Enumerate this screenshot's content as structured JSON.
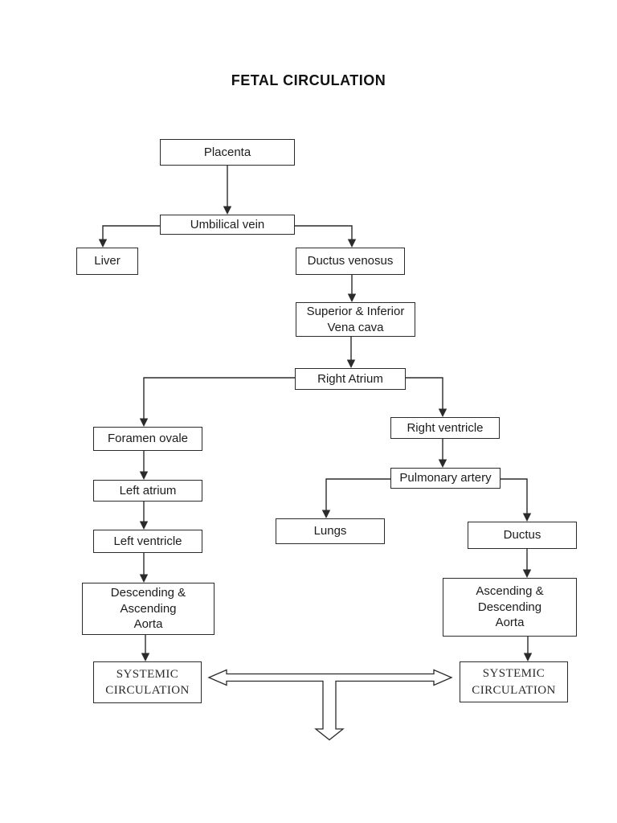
{
  "page": {
    "title": "FETAL CIRCULATION",
    "background_color": "#ffffff",
    "line_color": "#2b2b2b",
    "text_color": "#1c1c1c"
  },
  "nodes": {
    "placenta": {
      "label": "Placenta"
    },
    "umbilical_vein": {
      "label": "Umbilical vein"
    },
    "liver": {
      "label": "Liver"
    },
    "ductus_venosus": {
      "label": "Ductus venosus"
    },
    "vena_cava": {
      "label": "Superior & Inferior\nVena cava"
    },
    "right_atrium": {
      "label": "Right Atrium"
    },
    "foramen_ovale": {
      "label": "Foramen ovale"
    },
    "left_atrium": {
      "label": "Left atrium"
    },
    "left_ventricle": {
      "label": "Left ventricle"
    },
    "right_ventricle": {
      "label": "Right ventricle"
    },
    "pulmonary_artery": {
      "label": "Pulmonary artery"
    },
    "lungs": {
      "label": "Lungs"
    },
    "ductus": {
      "label": "Ductus"
    },
    "aorta_left": {
      "label": "Descending &\nAscending\nAorta"
    },
    "aorta_right": {
      "label": "Ascending &\nDescending\nAorta"
    },
    "systemic_left": {
      "label": "SYSTEMIC\nCIRCULATION"
    },
    "systemic_right": {
      "label": "SYSTEMIC\nCIRCULATION"
    }
  },
  "edges": [
    {
      "from": "Placenta",
      "to": "Umbilical vein"
    },
    {
      "from": "Umbilical vein",
      "to": "Liver"
    },
    {
      "from": "Umbilical vein",
      "to": "Ductus venosus"
    },
    {
      "from": "Ductus venosus",
      "to": "Superior & Inferior Vena cava"
    },
    {
      "from": "Superior & Inferior Vena cava",
      "to": "Right Atrium"
    },
    {
      "from": "Right Atrium",
      "to": "Foramen ovale"
    },
    {
      "from": "Right Atrium",
      "to": "Right ventricle"
    },
    {
      "from": "Foramen ovale",
      "to": "Left atrium"
    },
    {
      "from": "Left atrium",
      "to": "Left ventricle"
    },
    {
      "from": "Left ventricle",
      "to": "Descending & Ascending Aorta"
    },
    {
      "from": "Descending & Ascending Aorta",
      "to": "SYSTEMIC CIRCULATION (left)"
    },
    {
      "from": "Right ventricle",
      "to": "Pulmonary artery"
    },
    {
      "from": "Pulmonary artery",
      "to": "Lungs"
    },
    {
      "from": "Pulmonary artery",
      "to": "Ductus"
    },
    {
      "from": "Ductus",
      "to": "Ascending & Descending Aorta"
    },
    {
      "from": "Ascending & Descending Aorta",
      "to": "SYSTEMIC CIRCULATION (right)"
    }
  ]
}
